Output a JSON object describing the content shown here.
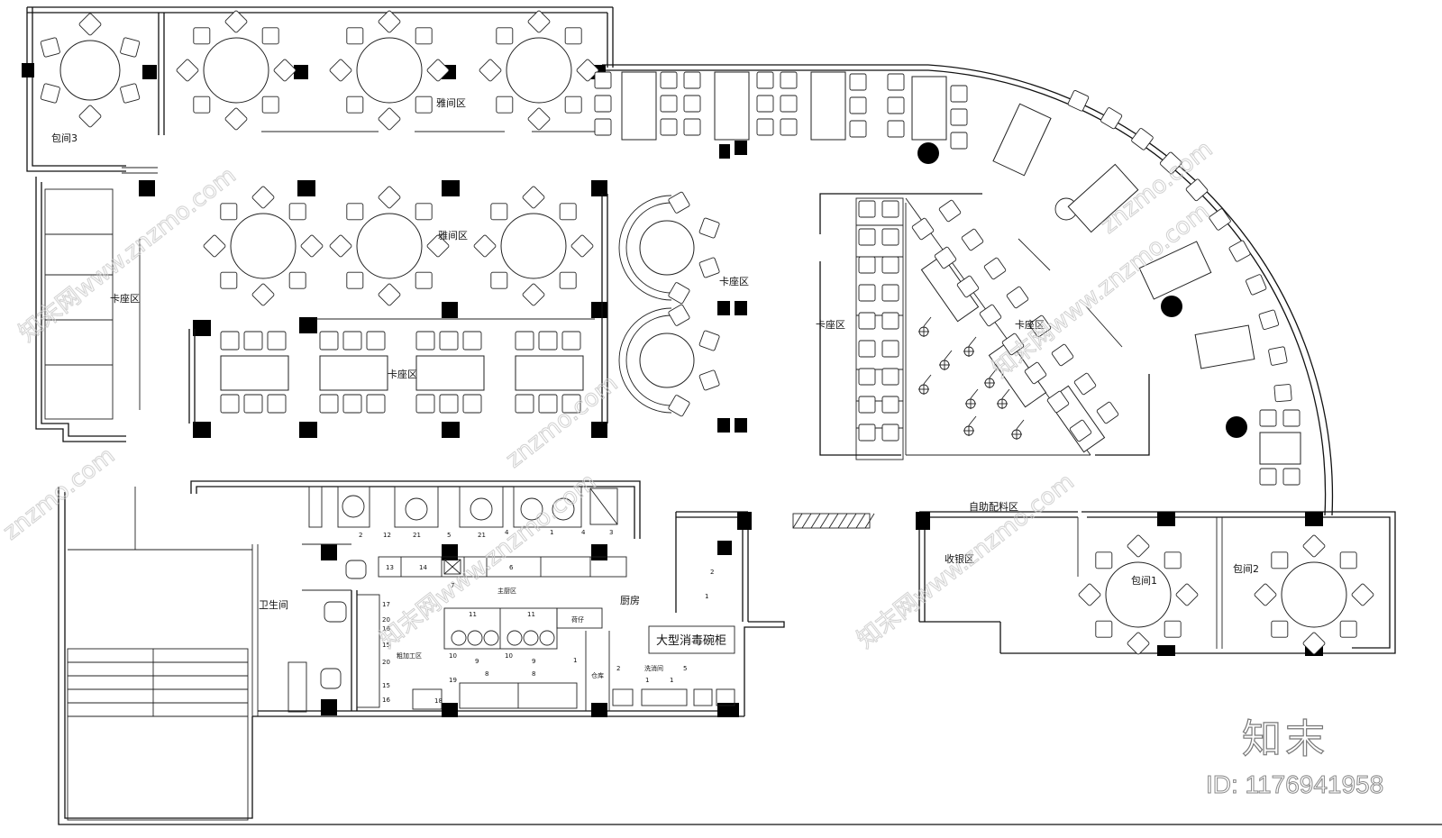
{
  "labels": {
    "private_room_3": "包间3",
    "elegant_area_top": "雅间区",
    "elegant_area_mid": "雅间区",
    "booth_left": "卡座区",
    "booth_center": "卡座区",
    "booth_round": "卡座区",
    "booth_right_left": "卡座区",
    "booth_right_diag": "卡座区",
    "toilet": "卫生间",
    "kitchen": "厨房",
    "main_kitchen_area": "主厨区",
    "rough_processing": "粗加工区",
    "washing_room": "洗消间",
    "storage": "仓库",
    "side_prep": "荷仔",
    "disinfection_cabinet": "大型消毒碗柜",
    "self_serve_sauce": "自助配料区",
    "cashier": "收银区",
    "private_room_1": "包间1",
    "private_room_2": "包间2"
  },
  "kitchen_numbers": {
    "top_row": [
      "2",
      "12",
      "21",
      "5",
      "21",
      "4",
      "1",
      "4",
      "3"
    ],
    "counter_row": [
      "13",
      "14",
      "6"
    ],
    "left_column": [
      "17",
      "20",
      "16",
      "15",
      "20",
      "15",
      "16"
    ],
    "stove_row": [
      "11",
      "11"
    ],
    "lower_row": [
      "10",
      "9",
      "10",
      "9"
    ],
    "bottom_row": [
      "19",
      "8",
      "8",
      "18"
    ],
    "wash_row": [
      "2",
      "1",
      "5",
      "1"
    ],
    "misc": [
      "7",
      "1",
      "2",
      "1"
    ]
  },
  "watermark": {
    "logo": "知末",
    "id_text": "ID: 1176941958",
    "site_text": "znzmo.com",
    "site_cn": "知末网www.znzmo.com"
  }
}
